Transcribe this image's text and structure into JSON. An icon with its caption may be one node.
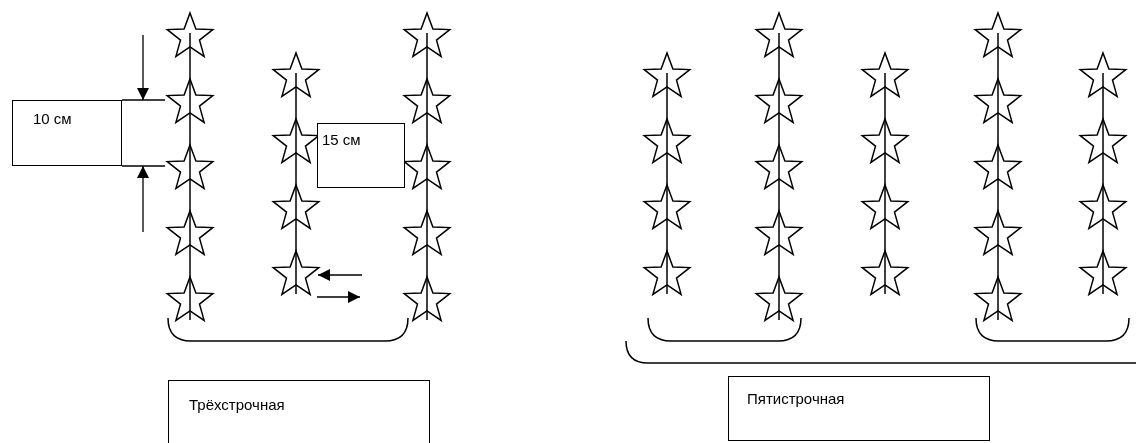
{
  "diagram": {
    "nodes": [
      {
        "text": [
          "10 см"
        ]
      },
      {
        "text": [
          "15 см"
        ]
      },
      {
        "text": [
          "Трёхстрочная"
        ]
      },
      {
        "text": [
          "Пятистрочная"
        ]
      }
    ]
  }
}
